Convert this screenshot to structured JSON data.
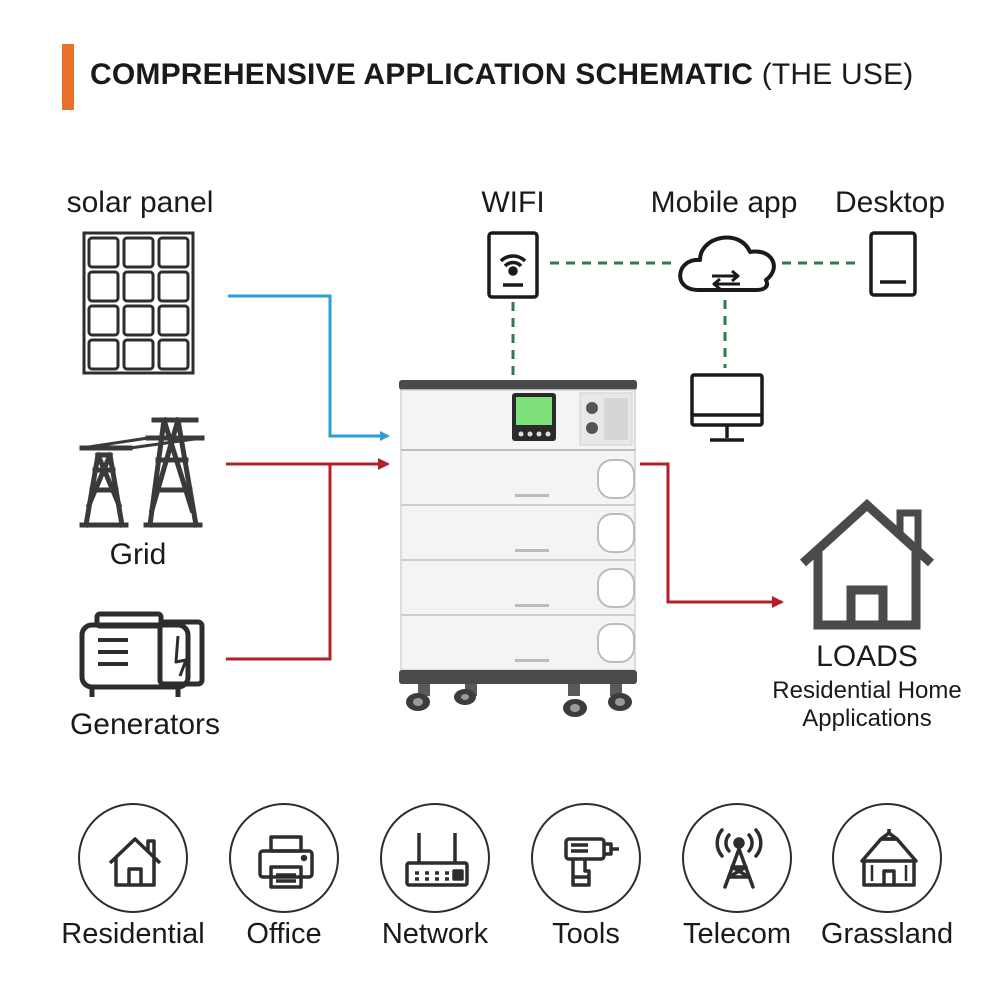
{
  "header": {
    "title_bold": "COMPREHENSIVE APPLICATION SCHEMATIC",
    "title_rest": " (THE USE)",
    "accent_color": "#e8702a"
  },
  "sources": {
    "solar_label": "solar panel",
    "grid_label": "Grid",
    "generators_label": "Generators"
  },
  "connectivity": {
    "wifi_label": "WIFI",
    "mobile_label": "Mobile app",
    "desktop_label": "Desktop"
  },
  "loads": {
    "title": "LOADS",
    "line1": "Residential Home",
    "line2": "Applications"
  },
  "applications": [
    {
      "label": "Residential",
      "icon": "house-icon"
    },
    {
      "label": "Office",
      "icon": "printer-icon"
    },
    {
      "label": "Network",
      "icon": "router-icon"
    },
    {
      "label": "Tools",
      "icon": "drill-icon"
    },
    {
      "label": "Telecom",
      "icon": "antenna-tower-icon"
    },
    {
      "label": "Grassland",
      "icon": "yurt-icon"
    }
  ],
  "colors": {
    "solar_line": "#2aa0d6",
    "ac_line": "#b3202a",
    "data_line": "#2e7a4a",
    "icon_stroke": "#2d2d2d"
  }
}
